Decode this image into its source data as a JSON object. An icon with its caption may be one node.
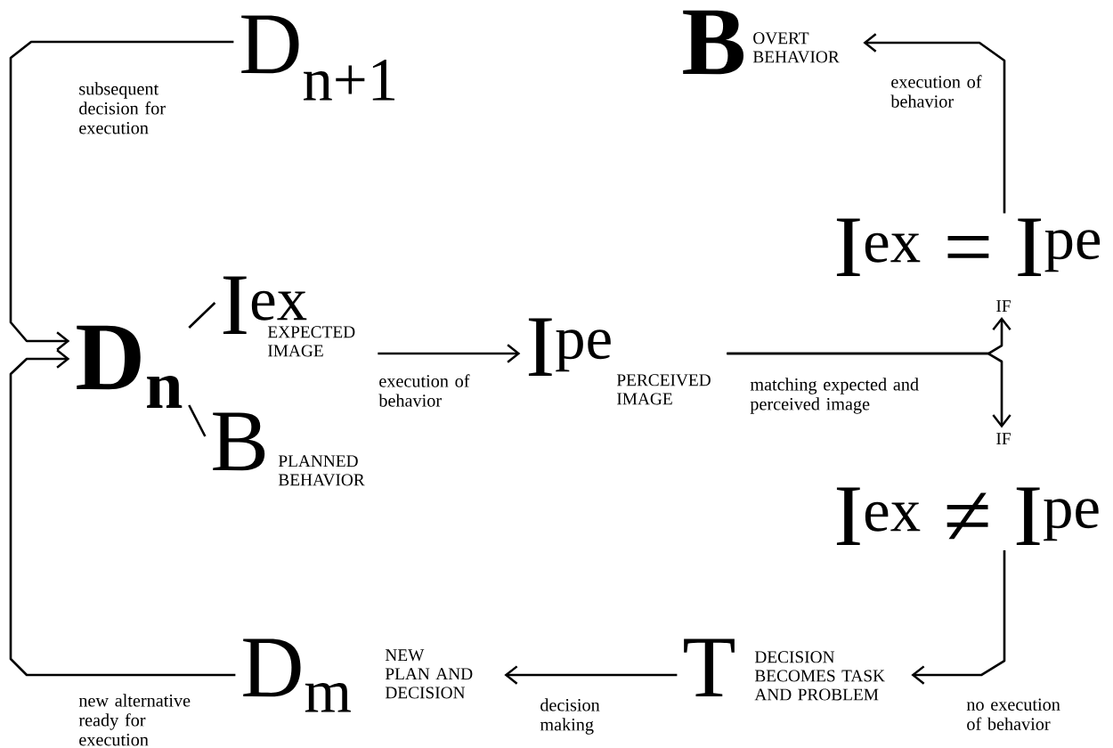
{
  "diagram": {
    "nodes": [
      {
        "text": [
          "D$_{n+1}$"
        ]
      },
      {
        "text": [
          "D$_{n}$"
        ]
      },
      {
        "text": [
          "I$^{ex}$",
          "EXPECTED IMAGE"
        ]
      },
      {
        "text": [
          "B",
          "PLANNED BEHAVIOR"
        ]
      },
      {
        "text": [
          "I$^{pe}$",
          "PERCEIVED IMAGE"
        ]
      },
      {
        "text": [
          "B",
          "OVERT BEHAVIOR"
        ]
      },
      {
        "text": [
          "I$^{ex}$ = I$^{pe}$",
          "IF"
        ]
      },
      {
        "text": [
          "IF",
          "I$^{ex}$ ≠ I$^{pe}$"
        ]
      },
      {
        "text": [
          "T",
          "DECISION BECOMES TASK AND PROBLEM"
        ]
      },
      {
        "text": [
          "D$_{m}$",
          "NEW PLAN AND DECISION"
        ]
      }
    ],
    "edges": [
      {
        "from": 0,
        "to": 1,
        "arrow": "to",
        "label": "subsequent decision for execution"
      },
      {
        "from": 1,
        "to": 2,
        "arrow": "none"
      },
      {
        "from": 1,
        "to": 3,
        "arrow": "none"
      },
      {
        "from": 2,
        "to": 4,
        "arrow": "to",
        "label": "execution of behavior"
      },
      {
        "from": 4,
        "to": 6,
        "arrow": "to",
        "label": "matching expected and perceived image"
      },
      {
        "from": 4,
        "to": 7,
        "arrow": "to"
      },
      {
        "from": 6,
        "to": 5,
        "arrow": "to",
        "label": "execution of behavior"
      },
      {
        "from": 7,
        "to": 8,
        "arrow": "to",
        "label": "no execution of behavior"
      },
      {
        "from": 8,
        "to": 9,
        "arrow": "to",
        "label": "decision making"
      },
      {
        "from": 9,
        "to": 1,
        "arrow": "to",
        "label": "new alternative ready for execution"
      }
    ]
  }
}
